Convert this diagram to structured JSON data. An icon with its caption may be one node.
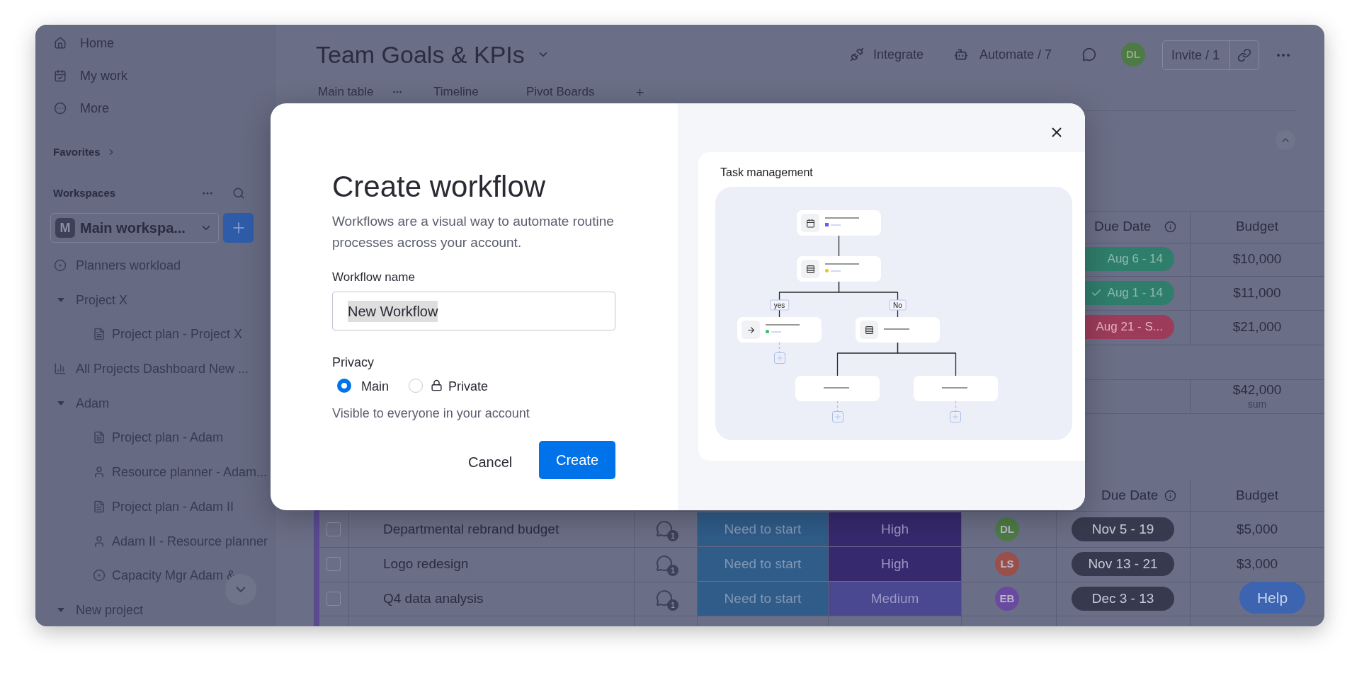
{
  "diagram": {
    "title": "Create workflow",
    "nodes": [
      {
        "text": [
          "Task management"
        ]
      },
      {
        "text": [],
        "shape": "box",
        "in": 0
      },
      {
        "text": [],
        "shape": "box",
        "in": 0
      },
      {
        "text": [],
        "shape": "box",
        "in": 0
      },
      {
        "text": [],
        "shape": "box",
        "in": 0
      },
      {
        "text": [],
        "shape": "box",
        "in": 0
      },
      {
        "text": [],
        "shape": "box",
        "in": 0
      },
      {
        "text": [],
        "shape": "box",
        "in": 0
      },
      {
        "text": [],
        "shape": "box",
        "in": 0
      },
      {
        "text": [],
        "shape": "box",
        "in": 0
      }
    ],
    "edges": [
      {
        "from": 1,
        "to": 2,
        "arrow": "none"
      },
      {
        "from": 2,
        "to": 3,
        "arrow": "none",
        "label": "yes"
      },
      {
        "from": 2,
        "to": 4,
        "arrow": "none",
        "label": "No"
      },
      {
        "from": 3,
        "to": 5,
        "arrow": "none",
        "style": "dashed",
        "color": "#a9bde8"
      },
      {
        "from": 4,
        "to": 6,
        "arrow": "none"
      },
      {
        "from": 4,
        "to": 7,
        "arrow": "none"
      },
      {
        "from": 6,
        "to": 8,
        "arrow": "none",
        "style": "dashed",
        "color": "#a9bde8"
      },
      {
        "from": 7,
        "to": 9,
        "arrow": "none",
        "style": "dashed",
        "color": "#a9bde8"
      }
    ],
    "labels": [
      "Home",
      "My work",
      "More",
      "Favorites",
      "Workspaces",
      "M",
      "Main workspa...",
      "Planners workload",
      "Project X",
      "Project plan - Project X",
      "All Projects Dashboard New ...",
      "Adam",
      "Project plan - Adam",
      "Resource planner - Adam...",
      "Project plan - Adam II",
      "Adam II - Resource planner",
      "Capacity Mgr Adam &",
      "New project",
      "Team Goals & KPIs",
      "Integrate",
      "Automate / 7",
      "DL",
      "Invite / 1",
      "Main table",
      "Timeline",
      "Pivot Boards",
      "Due Date",
      "Budget",
      "Aug 6 - 14",
      "$10,000",
      "Aug 1 - 14",
      "$11,000",
      "Aug 21 - S...",
      "$21,000",
      "$42,000",
      "sum",
      "Workflows are a visual way to automate routine processes across your account.",
      "Workflow name",
      "New Workflow",
      "Privacy",
      "Main",
      "Private",
      "Visible to everyone in your account",
      "Cancel",
      "Create",
      "Due Date",
      "Budget",
      "Departmental rebrand budget",
      "1",
      "Need to start",
      "High",
      "DL",
      "Nov 5 - 19",
      "$5,000",
      "Logo redesign",
      "1",
      "Need to start",
      "High",
      "LS",
      "Nov 13 - 21",
      "$3,000",
      "Q4 data analysis",
      "1",
      "Need to start",
      "Medium",
      "EB",
      "Dec 3 - 13",
      "Help"
    ]
  }
}
